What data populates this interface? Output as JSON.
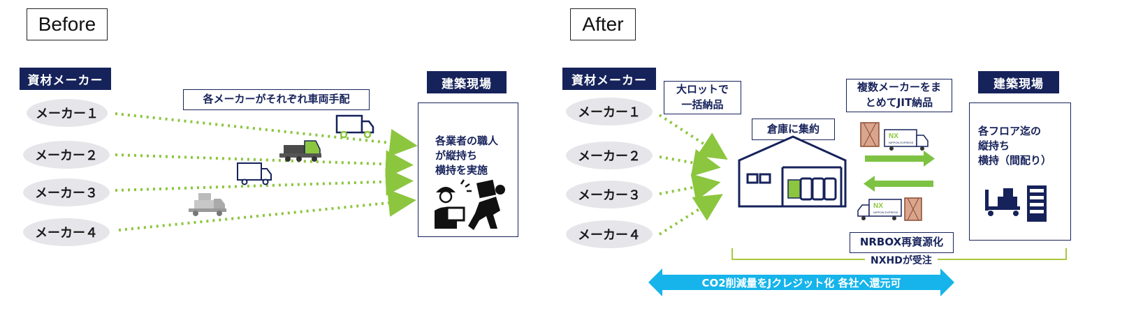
{
  "before": {
    "title": "Before",
    "materials_maker_label": "資材メーカー",
    "makers": [
      "メーカー１",
      "メーカー２",
      "メーカー３",
      "メーカー４"
    ],
    "callout": "各メーカーがそれぞれ車両手配",
    "site_label": "建築現場",
    "site_text": [
      "各業者の職人",
      "が縦持ち",
      "横持を実施"
    ]
  },
  "after": {
    "title": "After",
    "materials_maker_label": "資材メーカー",
    "makers": [
      "メーカー１",
      "メーカー２",
      "メーカー３",
      "メーカー４"
    ],
    "large_lot": [
      "大ロットで",
      "一括納品"
    ],
    "warehouse_label": "倉庫に集約",
    "jit": [
      "複数メーカーをま",
      "とめてJIT納品"
    ],
    "site_label": "建築現場",
    "site_text": [
      "各フロア迄の",
      "縦持ち",
      "横持（間配り）"
    ],
    "nrbox": "NRBOX再資源化",
    "nxhd": "NXHDが受注",
    "co2": "CO2削減量をJクレジット化 各社へ還元可",
    "truck_brand": "NX",
    "truck_brand_sub": "NIPPON EXPRESS"
  },
  "colors": {
    "navy": "#16225a",
    "green_dots": "#8cc63f",
    "green_arrow": "#7dc242",
    "cyan_arrow": "#16b4ea",
    "pill_gray": "#e6e6ea",
    "lime_bracket": "#a8c83c"
  },
  "icons": [
    "truck-icon",
    "dump-truck-icon",
    "cargo-truck-icon",
    "worker-icon",
    "warehouse-icon",
    "cart-pallet-icon",
    "nrbox-icon",
    "rack-icon"
  ]
}
